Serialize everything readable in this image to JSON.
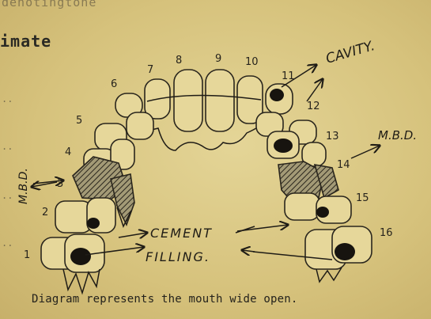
{
  "page": {
    "header_fragment": "denotingtone",
    "section_title": "imate",
    "caption": "Diagram represents the mouth wide open."
  },
  "diagram": {
    "tooth_numbers": [
      "1",
      "2",
      "3",
      "4",
      "5",
      "6",
      "7",
      "8",
      "9",
      "10",
      "11",
      "12",
      "13",
      "14",
      "15",
      "16"
    ],
    "annotations": {
      "cavity": "CAVITY.",
      "mbd_left": "M.B.D.",
      "mbd_right": "M.B.D.",
      "cement": "CEMENT",
      "filling": "FILLING."
    }
  },
  "colors": {
    "paper": "#d9c98a",
    "ink": "#1f1c16"
  }
}
